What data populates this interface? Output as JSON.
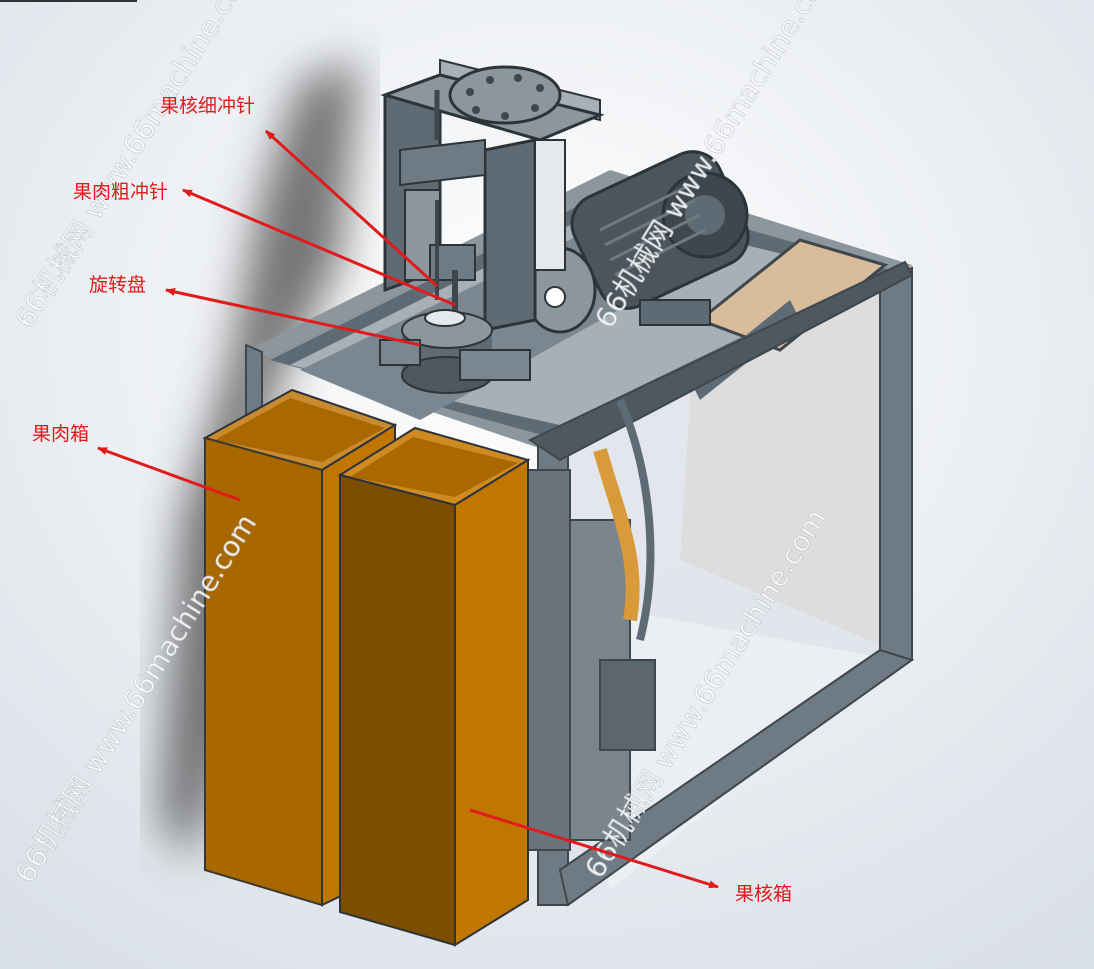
{
  "diagram": {
    "labels": {
      "pit_fine_pin": "果核细冲针",
      "flesh_coarse_pin": "果肉粗冲针",
      "rotary_disc": "旋转盘",
      "flesh_box": "果肉箱",
      "pit_box": "果核箱"
    },
    "watermark": "66机械网 www.66machine.com",
    "colors": {
      "label": "#e11b1b",
      "steel": "#5f6b74",
      "steel_dark": "#3e474e",
      "steel_light": "#8c969d",
      "bin_front": "#7d4d00",
      "bin_side": "#c17600",
      "panel": "#d8bc9c"
    }
  }
}
